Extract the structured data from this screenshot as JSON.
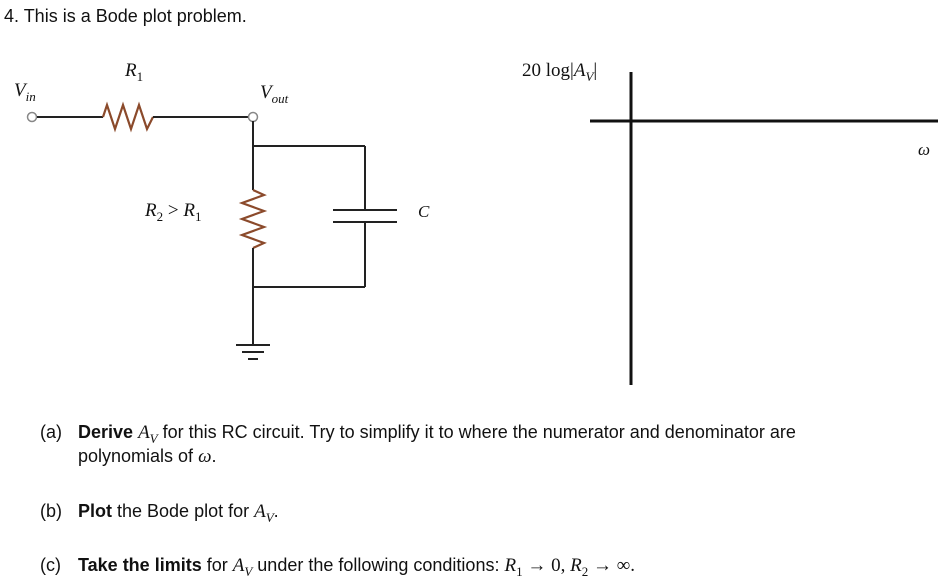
{
  "problem": {
    "title": "4. This is a Bode plot problem."
  },
  "circuit": {
    "vin_label": "V",
    "vin_sub": "in",
    "r1_label": "R",
    "r1_sub": "1",
    "vout_label": "V",
    "vout_sub": "out",
    "r2_condition_left": "R",
    "r2_condition_left_sub": "2",
    "r2_condition_op": " > ",
    "r2_condition_right": "R",
    "r2_condition_right_sub": "1",
    "c_label": "C",
    "colors": {
      "resistor": "#8B4A2B",
      "wire": "#222222",
      "terminal": "#888888"
    }
  },
  "plot": {
    "y_axis_label_prefix": "20 log",
    "y_axis_label_abs_open": "|",
    "y_axis_label_var": "A",
    "y_axis_label_sub": "V",
    "y_axis_label_abs_close": "|",
    "x_axis_label": "ω"
  },
  "questions": {
    "a": {
      "label": "(a)",
      "bold": "Derive",
      "var": "A",
      "var_sub": "V",
      "text1": " for this RC circuit. Try to simplify it to where the numerator and denominator are",
      "line2": "polynomials of ",
      "omega": "ω",
      "line2_end": "."
    },
    "b": {
      "label": "(b)",
      "bold": "Plot",
      "text1": " the Bode plot for ",
      "var": "A",
      "var_sub": "V",
      "end": "."
    },
    "c": {
      "label": "(c)",
      "bold": "Take the limits",
      "text1": " for ",
      "var": "A",
      "var_sub": "V",
      "text2": " under the following conditions: ",
      "cond1_var": "R",
      "cond1_sub": "1",
      "cond1_rest": " → 0, ",
      "cond2_var": "R",
      "cond2_sub": "2",
      "cond2_rest": " → ∞."
    }
  }
}
